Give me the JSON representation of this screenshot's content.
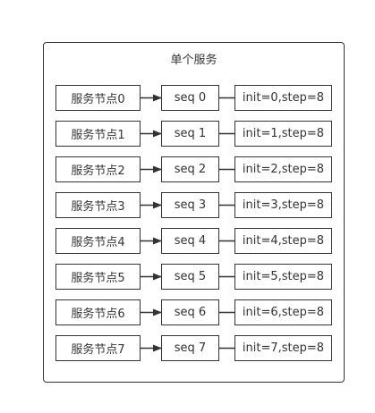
{
  "diagram": {
    "title": "单个服务",
    "rows": [
      {
        "node": "服务节点0",
        "seq": "seq 0",
        "init": "init=0,step=8"
      },
      {
        "node": "服务节点1",
        "seq": "seq 1",
        "init": "init=1,step=8"
      },
      {
        "node": "服务节点2",
        "seq": "seq 2",
        "init": "init=2,step=8"
      },
      {
        "node": "服务节点3",
        "seq": "seq 3",
        "init": "init=3,step=8"
      },
      {
        "node": "服务节点4",
        "seq": "seq 4",
        "init": "init=4,step=8"
      },
      {
        "node": "服务节点5",
        "seq": "seq 5",
        "init": "init=5,step=8"
      },
      {
        "node": "服务节点6",
        "seq": "seq 6",
        "init": "init=6,step=8"
      },
      {
        "node": "服务节点7",
        "seq": "seq 7",
        "init": "init=7,step=8"
      }
    ]
  }
}
